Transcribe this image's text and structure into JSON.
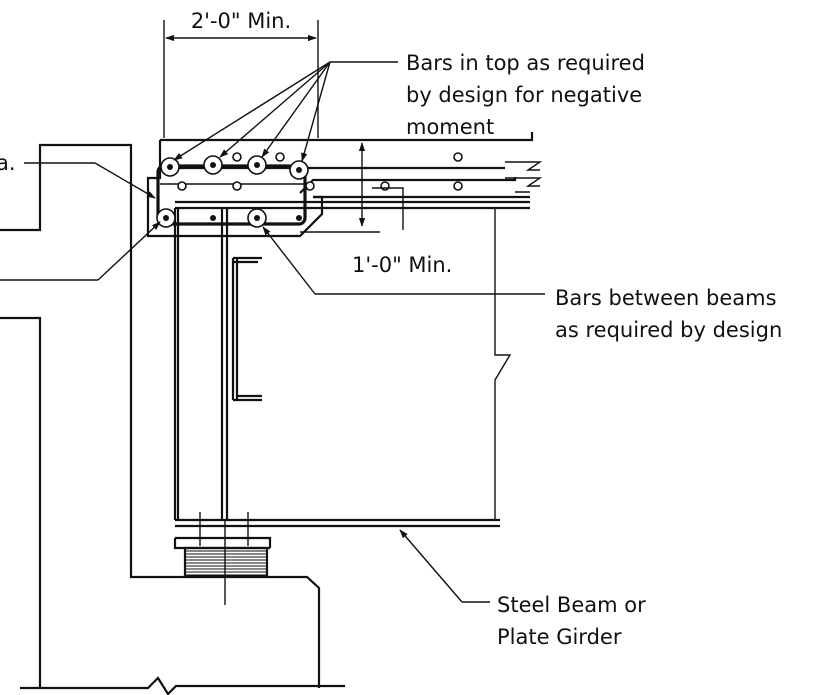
{
  "labels": {
    "dim_top": "2'-0\" Min.",
    "dim_side": "1'-0\" Min.",
    "callout_top_1": "Bars in top as required",
    "callout_top_2": "by design for negative",
    "callout_top_3": "moment",
    "callout_left_partial": "a.",
    "callout_mid_1": "Bars between beams",
    "callout_mid_2": "as required by design",
    "callout_bottom_1": "Steel Beam or",
    "callout_bottom_2": "Plate Girder"
  }
}
